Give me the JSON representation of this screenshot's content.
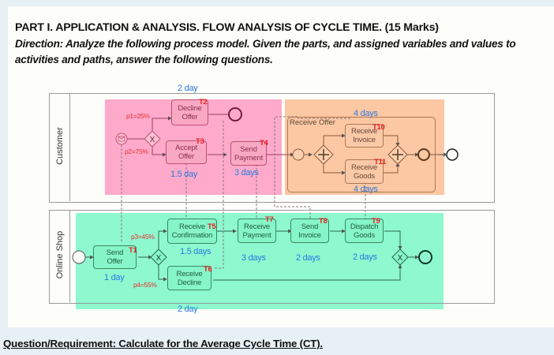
{
  "header": {
    "title": "PART I. APPLICATION & ANALYSIS. FLOW ANALYSIS OF CYCLE TIME. (15 Marks)",
    "direction": "Direction:  Analyze the following process model. Given the parts, and assigned variables and values to activities and paths, answer the following questions."
  },
  "diagram": {
    "lanes": [
      {
        "name": "Customer"
      },
      {
        "name": "Online Shop"
      }
    ],
    "customer": {
      "decline_offer": {
        "label_line1": "Decline",
        "label_line2": "Offer",
        "tag": "T2",
        "duration": "2 day"
      },
      "accept_offer": {
        "label_line1": "Accept",
        "label_line2": "Offer",
        "tag": "T3",
        "duration": "1.5 day"
      },
      "send_payment": {
        "label_line1": "Send",
        "label_line2": "Payment",
        "tag": "T4",
        "duration": "3 days"
      },
      "gateway_probs": {
        "p1": "p1=25%",
        "p2": "p2=75%"
      },
      "subprocess": {
        "label": "Receive Offer",
        "receive_invoice": {
          "label_line1": "Receive",
          "label_line2": "Invoice",
          "tag": "T10",
          "duration": "4 days"
        },
        "receive_goods": {
          "label_line1": "Receive",
          "label_line2": "Goods",
          "tag": "T11",
          "duration": "4 days"
        }
      }
    },
    "shop": {
      "send_offer": {
        "label_line1": "Send",
        "label_line2": "Offer",
        "tag": "T1",
        "duration": "1 day"
      },
      "receive_confirmation": {
        "label_line1": "Receive",
        "label_line2": "Confirmation",
        "tag": "T5",
        "duration": "1.5 days"
      },
      "receive_decline": {
        "label_line1": "Receive",
        "label_line2": "Decline",
        "tag": "T6",
        "duration": "2 day"
      },
      "receive_payment": {
        "label_line1": "Receive",
        "label_line2": "Payment",
        "tag": "T7",
        "duration": "3 days"
      },
      "send_invoice": {
        "label_line1": "Send",
        "label_line2": "Invoice",
        "tag": "T8",
        "duration": "2 days"
      },
      "dispatch_goods": {
        "label_line1": "Dispatch",
        "label_line2": "Goods",
        "tag": "T9",
        "duration": "2 days"
      },
      "gateway_probs": {
        "p3": "p3=45%",
        "p4": "p4=55%"
      }
    },
    "colors": {
      "customer_region": "#ffaacb",
      "subprocess_region": "#fcc7a3",
      "shop_region": "#8ef8cf",
      "duration_text": "#2a7adf",
      "tag_text": "#e82020"
    }
  },
  "question": {
    "text": "Question/Requirement:  Calculate for the Average Cycle Time (CT)."
  }
}
